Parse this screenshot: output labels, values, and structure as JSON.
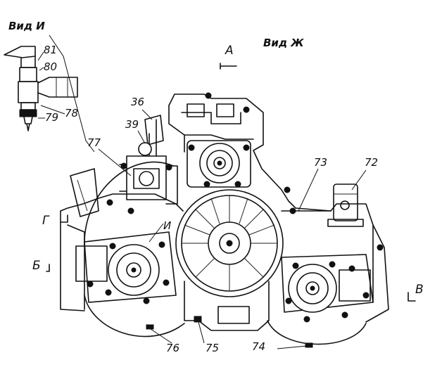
{
  "views": {
    "vid_i": "Вид И",
    "vid_zh": "Вид Ж"
  },
  "section_marks": {
    "a": "А",
    "g": "Г",
    "b": "Б",
    "v": "В",
    "i": "И"
  },
  "callouts": [
    "81",
    "80",
    "78",
    "79",
    "36",
    "39",
    "77",
    "73",
    "72",
    "76",
    "75",
    "74"
  ]
}
